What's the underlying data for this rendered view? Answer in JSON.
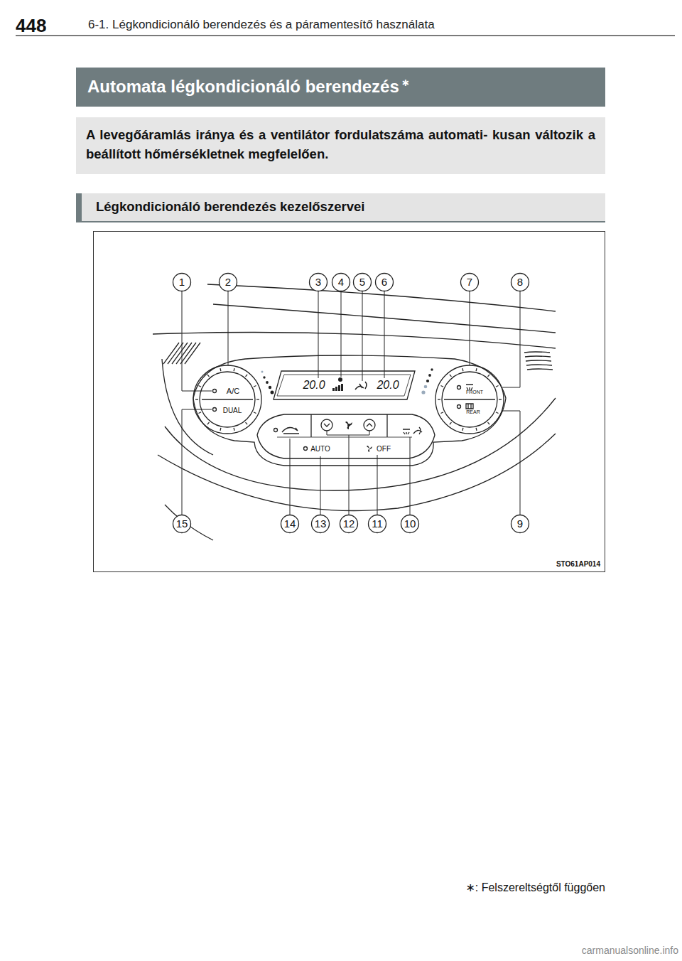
{
  "diagram": {
    "nodes": [
      {
        "text": [
          "Automata légkondicionáló berendezés",
          "∗"
        ]
      },
      {
        "text": [
          "A levegőáramlás iránya és a ventilátor fordulatszáma automati- kusan változik a beállított hőmérsékletnek megfelelően."
        ]
      },
      {
        "text": [
          "Légkondicionáló berendezés kezelőszervei"
        ]
      }
    ],
    "edges": [],
    "labels": [
      "448",
      "6-1. Légkondicionáló berendezés és a páramentesítő használata",
      "1",
      "2",
      "3",
      "4",
      "5",
      "6",
      "7",
      "8",
      "A/C",
      "DUAL",
      "20.0",
      "20.0",
      "FRONT",
      "REAR",
      "AUTO",
      "OFF",
      "15",
      "14",
      "13",
      "12",
      "11",
      "10",
      "9",
      "STO61AP014",
      "∗: Felszereltségtől függően",
      "carmanualsonline.info"
    ]
  }
}
